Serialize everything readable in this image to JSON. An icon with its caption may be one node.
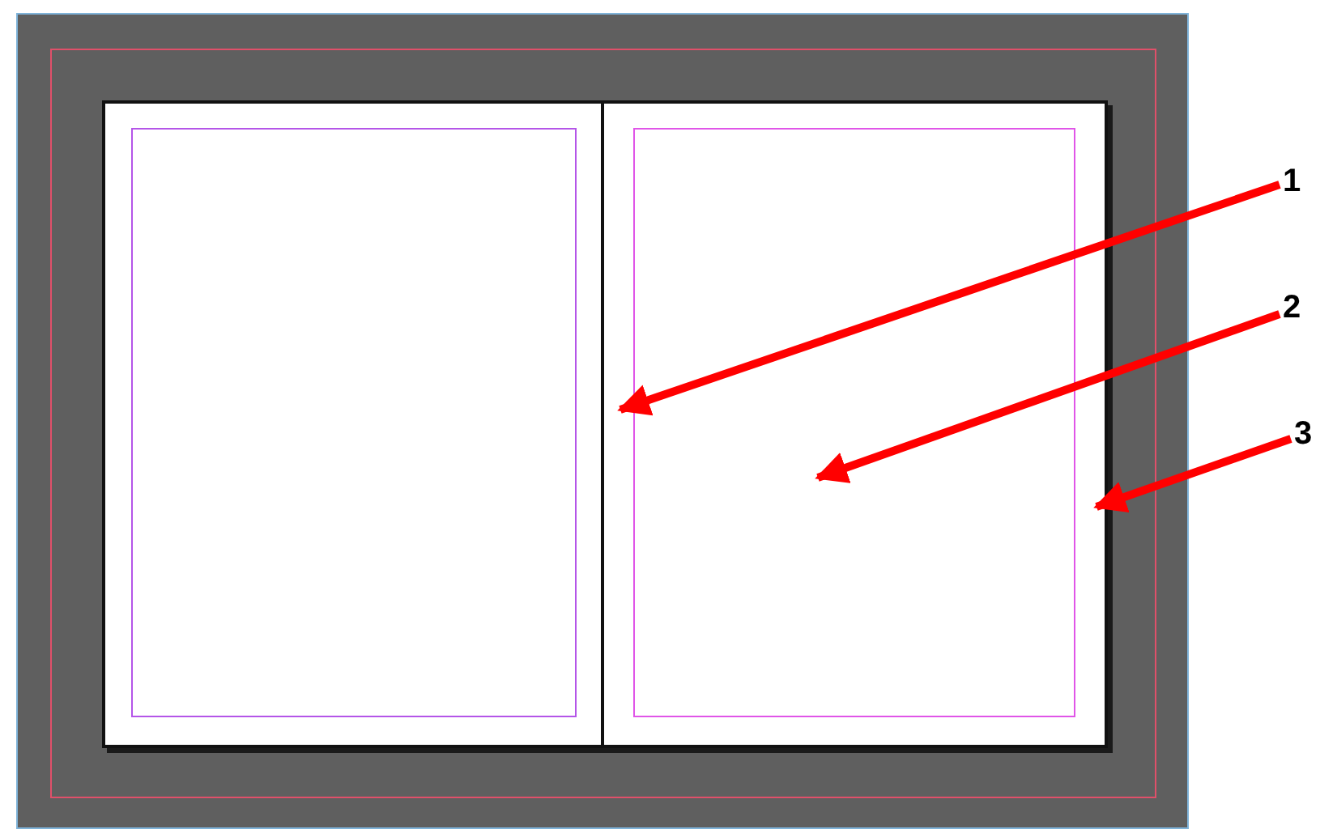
{
  "diagram": {
    "nodes": [
      {
        "text": [
          "1"
        ]
      },
      {
        "text": [
          "2"
        ]
      },
      {
        "text": [
          "3"
        ]
      }
    ],
    "edges": [
      {
        "from": 0,
        "to": null,
        "arrow": "to"
      },
      {
        "from": 1,
        "to": null,
        "arrow": "to"
      },
      {
        "from": 2,
        "to": null,
        "arrow": "to"
      }
    ]
  }
}
